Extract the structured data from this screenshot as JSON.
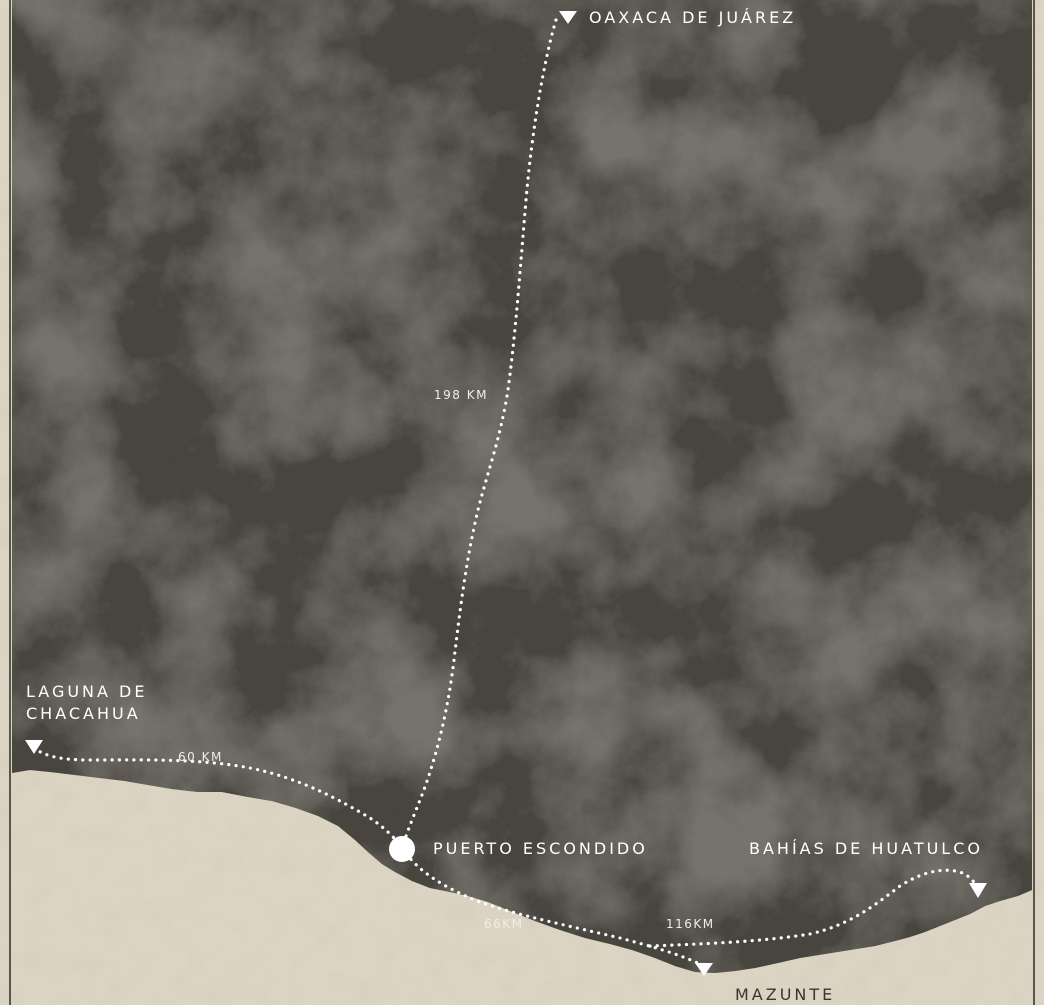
{
  "map": {
    "places": {
      "oaxaca": {
        "label": "OAXACA DE JUÁREZ",
        "icon": "triangle-down-marker-icon"
      },
      "chacahua": {
        "label_line1": "LAGUNA DE",
        "label_line2": "CHACAHUA",
        "icon": "triangle-down-marker-icon"
      },
      "puerto": {
        "label": "PUERTO ESCONDIDO",
        "icon": "circle-marker-icon"
      },
      "huatulco": {
        "label": "BAHÍAS DE HUATULCO",
        "icon": "triangle-down-marker-icon"
      },
      "mazunte": {
        "label": "MAZUNTE",
        "icon": "triangle-down-marker-icon"
      }
    },
    "distances": {
      "oaxaca_puerto": "198 KM",
      "chacahua_puerto": "60 KM",
      "puerto_mazunte": "66KM",
      "mazunte_huatulco": "116KM"
    },
    "colors": {
      "land": "#4a4741",
      "land_light": "#8d867a",
      "sea": "#d9d1bf",
      "route": "#ffffff",
      "label": "#ffffff",
      "label_on_sea": "#3a3530"
    }
  }
}
